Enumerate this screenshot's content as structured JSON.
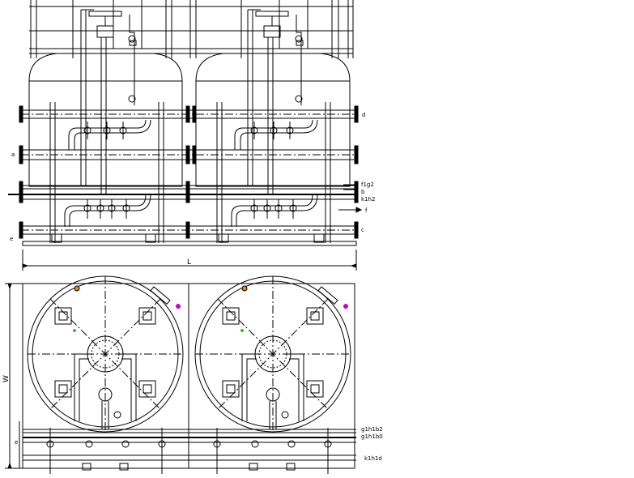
{
  "labels": {
    "elevation": {
      "d": "d",
      "a": "a",
      "f1g2": "f1g2",
      "b": "b",
      "k1h2": "k1h2",
      "f": "f",
      "e": "e",
      "c": "c",
      "L": "L"
    },
    "plan": {
      "W": "W",
      "e": "e",
      "g1h1b2": "g1h1b2",
      "g1h1b0": "g1h1b0",
      "k1h1d": "k1h1d"
    }
  },
  "colors": {
    "line": "#000000",
    "accent_magenta": "#cc00cc",
    "accent_green": "#22cc22",
    "accent_orange": "#e08a1a"
  }
}
